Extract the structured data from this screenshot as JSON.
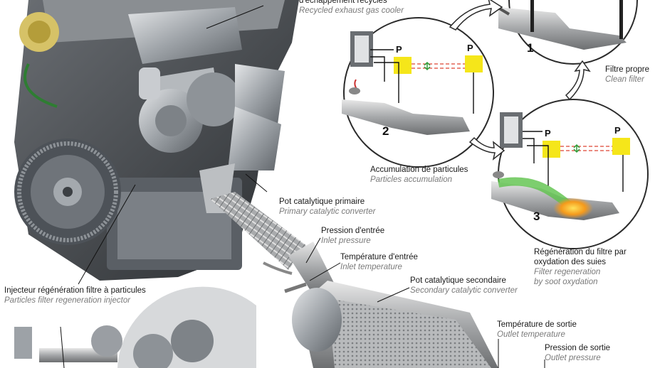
{
  "labels": {
    "egr_cooler": {
      "fr": "d'échappement recyclés",
      "en": "Recycled exhaust gas cooler"
    },
    "primary_cat": {
      "fr": "Pot catalytique primaire",
      "en": "Primary catalytic converter"
    },
    "inlet_pressure": {
      "fr": "Pression d'entrée",
      "en": "Inlet pressure"
    },
    "inlet_temp": {
      "fr": "Température d'entrée",
      "en": "Inlet temperature"
    },
    "secondary_cat": {
      "fr": "Pot catalytique secondaire",
      "en": "Secondary catalytic converter"
    },
    "injector": {
      "fr": "Injecteur régénération filtre à particules",
      "en": "Particles filter regeneration injector"
    },
    "outlet_temp": {
      "fr": "Température de sortie",
      "en": "Outlet temperature"
    },
    "outlet_pressure": {
      "fr": "Pression de sortie",
      "en": "Outlet pressure"
    },
    "clean_filter": {
      "fr": "Filtre propre",
      "en": "Clean filter"
    },
    "accumulation": {
      "fr": "Accumulation de particules",
      "en": "Particles accumulation"
    },
    "regeneration": {
      "fr1": "Régénération du filtre par",
      "fr2": "oxydation des suies",
      "en1": "Filter regeneration",
      "en2": "by soot oxydation"
    }
  },
  "steps": {
    "one": "1",
    "two": "2",
    "three": "3"
  },
  "pressure_symbol": "P",
  "colors": {
    "sensor_yellow": "#f5e61a",
    "soot_green": "#5cc24a",
    "hot_orange": "#f59a1c",
    "metal": "#9aa0a6"
  }
}
